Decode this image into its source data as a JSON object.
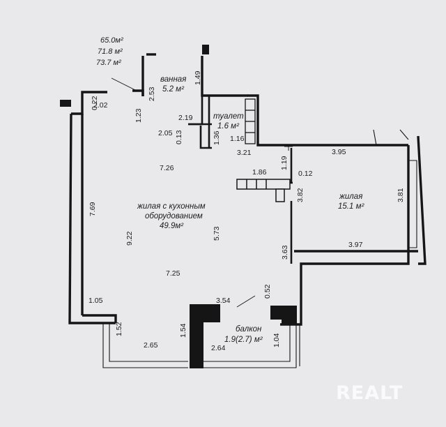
{
  "areas": {
    "total": "65.0м²",
    "living": "71.8 м²",
    "full": "73.7 м²"
  },
  "rooms": {
    "bathroom": {
      "name": "ванная",
      "area": "5.2 м²"
    },
    "toilet": {
      "name": "туалет",
      "area": "1.6 м²"
    },
    "main": {
      "name_line1": "жилая с кухонным",
      "name_line2": "оборудованием",
      "area": "49.9м²"
    },
    "bedroom": {
      "name": "жилая",
      "area": "15.1 м²"
    },
    "balcony": {
      "name": "балкон",
      "area": "1.9(2.7) м²"
    }
  },
  "dims": {
    "d022": "0.22",
    "d202": "2.02",
    "d253": "2.53",
    "d149": "1.49",
    "d123": "1.23",
    "d219": "2.19",
    "d205": "2.05",
    "d013": "0.13",
    "d136": "1.36",
    "d116": "1.16",
    "d321": "3.21",
    "d395": "3.95",
    "d726": "7.26",
    "d186": "1.86",
    "d119": "1.19",
    "d012": "0.12",
    "d382": "3.82",
    "d381": "3.81",
    "d769": "7.69",
    "d922": "9.22",
    "d573": "5.73",
    "d363": "3.63",
    "d397": "3.97",
    "d725": "7.25",
    "d105": "1.05",
    "d354": "3.54",
    "d052": "0.52",
    "d152": "1.52",
    "d265": "2.65",
    "d154": "1.54",
    "d264": "2.64",
    "d104": "1.04"
  },
  "watermark": "REALT"
}
